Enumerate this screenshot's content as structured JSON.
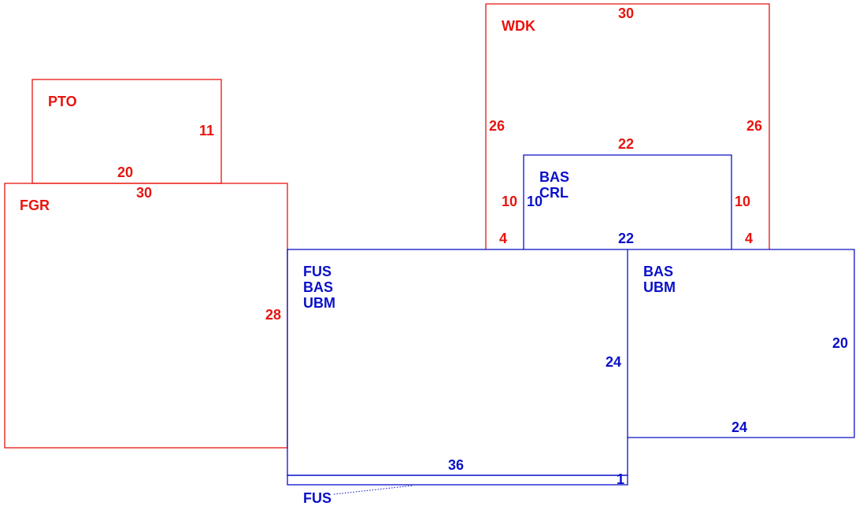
{
  "colors": {
    "exterior": "#e8140f",
    "interior": "#0a10c8"
  },
  "areas": {
    "pto": {
      "label": "PTO",
      "dims": [
        "11",
        "20"
      ]
    },
    "fgr": {
      "label": "FGR",
      "dims": [
        "30",
        "28"
      ]
    },
    "wdk": {
      "label": "WDK",
      "dims": [
        "30",
        "26",
        "26",
        "22",
        "10",
        "10",
        "4",
        "4"
      ]
    },
    "bas_crl": {
      "label_lines": [
        "BAS",
        "CRL"
      ],
      "dims": [
        "10",
        "22"
      ]
    },
    "fus_bas_ubm": {
      "label_lines": [
        "FUS",
        "BAS",
        "UBM"
      ],
      "dims": [
        "24",
        "36"
      ]
    },
    "bas_ubm": {
      "label_lines": [
        "BAS",
        "UBM"
      ],
      "dims": [
        "20",
        "24"
      ]
    },
    "fus_strip": {
      "label": "FUS",
      "dims": [
        "1"
      ]
    }
  }
}
